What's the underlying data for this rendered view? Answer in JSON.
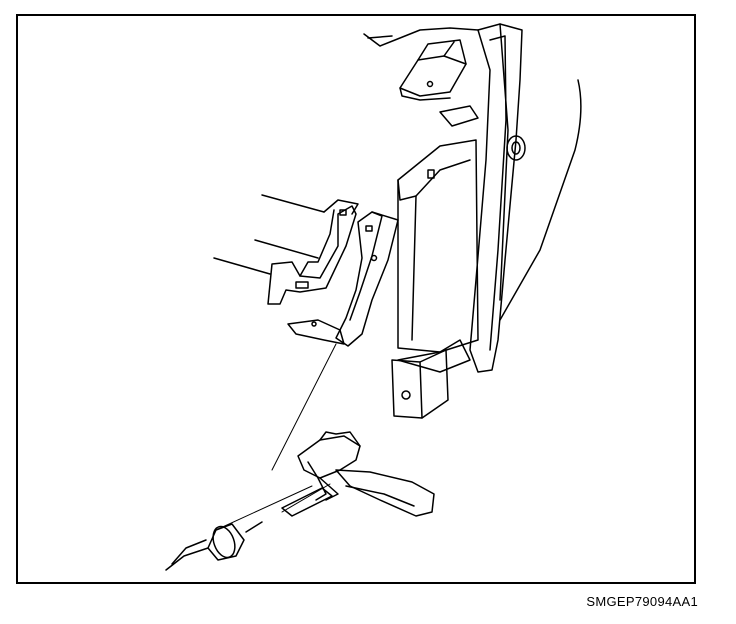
{
  "figure": {
    "code": "SMGEP79094AA1",
    "line_color": "#000000",
    "background": "#ffffff"
  },
  "parts": [
    {
      "name": "body-panel"
    },
    {
      "name": "mounting-bracket"
    },
    {
      "name": "rivet"
    },
    {
      "name": "rivet-gun"
    }
  ]
}
